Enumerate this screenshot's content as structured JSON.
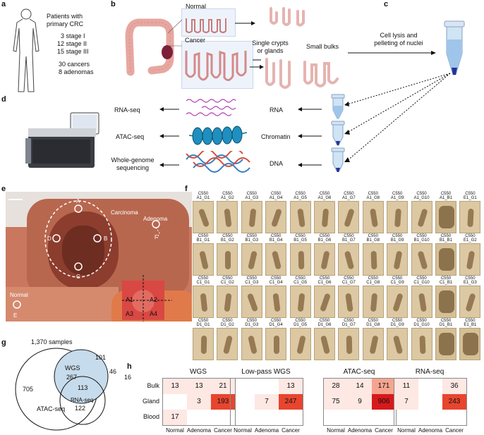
{
  "panels": {
    "a": "a",
    "b": "b",
    "c": "c",
    "d": "d",
    "e": "e",
    "f": "f",
    "g": "g",
    "h": "h"
  },
  "a": {
    "title_1": "Patients with",
    "title_2": "primary CRC",
    "stage1": "3 stage I",
    "stage2": "12 stage II",
    "stage3": "15 stage III",
    "cancers": "30 cancers",
    "adenomas": "8 adenomas"
  },
  "b": {
    "normal": "Normal",
    "cancer": "Cancer",
    "single_1": "Single crypts",
    "single_2": "or glands",
    "small_bulks": "Small bulks"
  },
  "c": {
    "lysis_1": "Cell lysis and",
    "lysis_2": "pelleting of nuclei"
  },
  "d": {
    "rnaseq": "RNA-seq",
    "atacseq": "ATAC-seq",
    "wgs_1": "Whole-genome",
    "wgs_2": "sequencing",
    "rna": "RNA",
    "chromatin": "Chromatin",
    "dna": "DNA"
  },
  "e": {
    "carcinoma": "Carcinoma",
    "adenoma": "Adenoma",
    "normal": "Normal",
    "pts": {
      "A": "A",
      "B": "B",
      "C": "C",
      "D": "D",
      "E": "E",
      "F": "F"
    },
    "quad": {
      "A1": "A1",
      "A2": "A2",
      "A3": "A3",
      "A4": "A4"
    }
  },
  "f": {
    "rows": [
      [
        "C550\nA1_G1",
        "C550\nA1_G2",
        "C550\nA1_G3",
        "C550\nA1_G4",
        "C550\nA1_G5",
        "C550\nA1_G6",
        "C550\nA1_G7",
        "C550\nA1_G8",
        "C550\nA1_G9",
        "C550\nA1_G10",
        "C550\nA1_B1",
        "C550\nE1_G1"
      ],
      [
        "C550\nB1_G1",
        "C550\nB1_G2",
        "C550\nB1_G3",
        "C550\nB1_G4",
        "C550\nB1_G5",
        "C550\nB1_G6",
        "C550\nB1_G7",
        "C550\nB1_G8",
        "C550\nB1_G9",
        "C550\nB1_G10",
        "C550\nB1_B1",
        "C550\nE1_G2"
      ],
      [
        "C550\nC1_G1",
        "C550\nC1_G2",
        "C550\nC1_G3",
        "C550\nC1_G4",
        "C550\nC1_G5",
        "C550\nC1_G6",
        "C550\nC1_G7",
        "C550\nC1_G8",
        "C550\nC1_G9",
        "C550\nC1_G10",
        "C550\nC1_B1",
        "C550\nE1_G3"
      ],
      [
        "C550\nD1_G1",
        "C550\nD1_G2",
        "C550\nD1_G3",
        "C550\nD1_G4",
        "C550\nD1_G5",
        "C550\nD1_G6",
        "C550\nD1_G7",
        "C550\nD1_G8",
        "C550\nD1_G9",
        "C550\nD1_G10",
        "C550\nD1_B1",
        "C550\nE1_B1"
      ]
    ]
  },
  "g": {
    "total": "1,370 samples",
    "wgs": "WGS",
    "atac": "ATAC-seq",
    "rnaseq": "RNA-seq",
    "n267": "267",
    "n101": "101",
    "n46": "46",
    "n113": "113",
    "n16": "16",
    "n705": "705",
    "n122": "122"
  },
  "h": {
    "rows": [
      "Bulk",
      "Gland",
      "Blood"
    ],
    "cols": [
      "Normal",
      "Adenoma",
      "Cancer"
    ],
    "panels": [
      {
        "title": "WGS",
        "cells": [
          [
            "13",
            "13",
            "21"
          ],
          [
            "",
            "3",
            "193"
          ],
          [
            "17",
            "",
            ""
          ]
        ]
      },
      {
        "title": "Low-pass WGS",
        "cells": [
          [
            "",
            "",
            "13"
          ],
          [
            "",
            "7",
            "247"
          ],
          [
            "",
            "",
            ""
          ]
        ]
      },
      {
        "title": "ATAC-seq",
        "cells": [
          [
            "28",
            "14",
            "171"
          ],
          [
            "75",
            "9",
            "906"
          ],
          [
            "",
            "",
            ""
          ]
        ]
      },
      {
        "title": "RNA-seq",
        "cells": [
          [
            "11",
            "",
            "36"
          ],
          [
            "7",
            "",
            "243"
          ],
          [
            "",
            "",
            ""
          ]
        ]
      }
    ]
  },
  "colors": {
    "heat_low": "#fde8e4",
    "heat_mid": "#f4a58f",
    "heat_high": "#e8452e",
    "heat_max": "#d7191c",
    "tissue": "#c9785f"
  }
}
